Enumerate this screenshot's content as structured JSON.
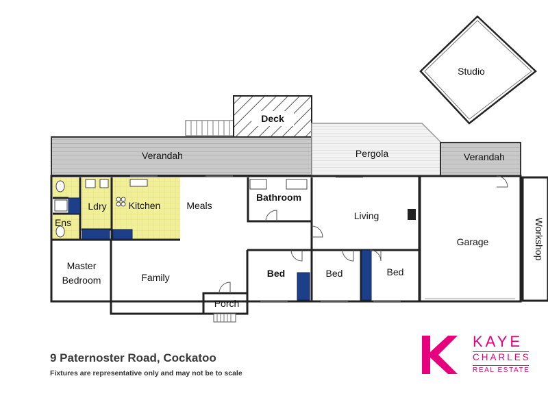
{
  "rooms": {
    "studio": "Studio",
    "deck": "Deck",
    "verandah_main": "Verandah",
    "pergola": "Pergola",
    "verandah_garage": "Verandah",
    "workshop": "Workshop",
    "ens": "Ens",
    "ldry": "Ldry",
    "kitchen": "Kitchen",
    "meals": "Meals",
    "bathroom": "Bathroom",
    "living": "Living",
    "garage": "Garage",
    "master_bedroom_line1": "Master",
    "master_bedroom_line2": "Bedroom",
    "family": "Family",
    "bed_1": "Bed",
    "bed_2": "Bed",
    "bed_3": "Bed",
    "porch": "Porch"
  },
  "footer": {
    "address": "9 Paternoster Road, Cockatoo",
    "disclaimer": "Fixtures are representative only and may not be to scale"
  },
  "logo": {
    "letter": "K",
    "line1": "KAYE",
    "line2": "CHARLES",
    "line3": "REAL ESTATE"
  },
  "colors": {
    "brand": "#e6007e",
    "verandah": "#c8c8c8",
    "wet_area": "#f1ef9a",
    "cabinetry": "#1d3f8a",
    "walls": "#222222"
  }
}
